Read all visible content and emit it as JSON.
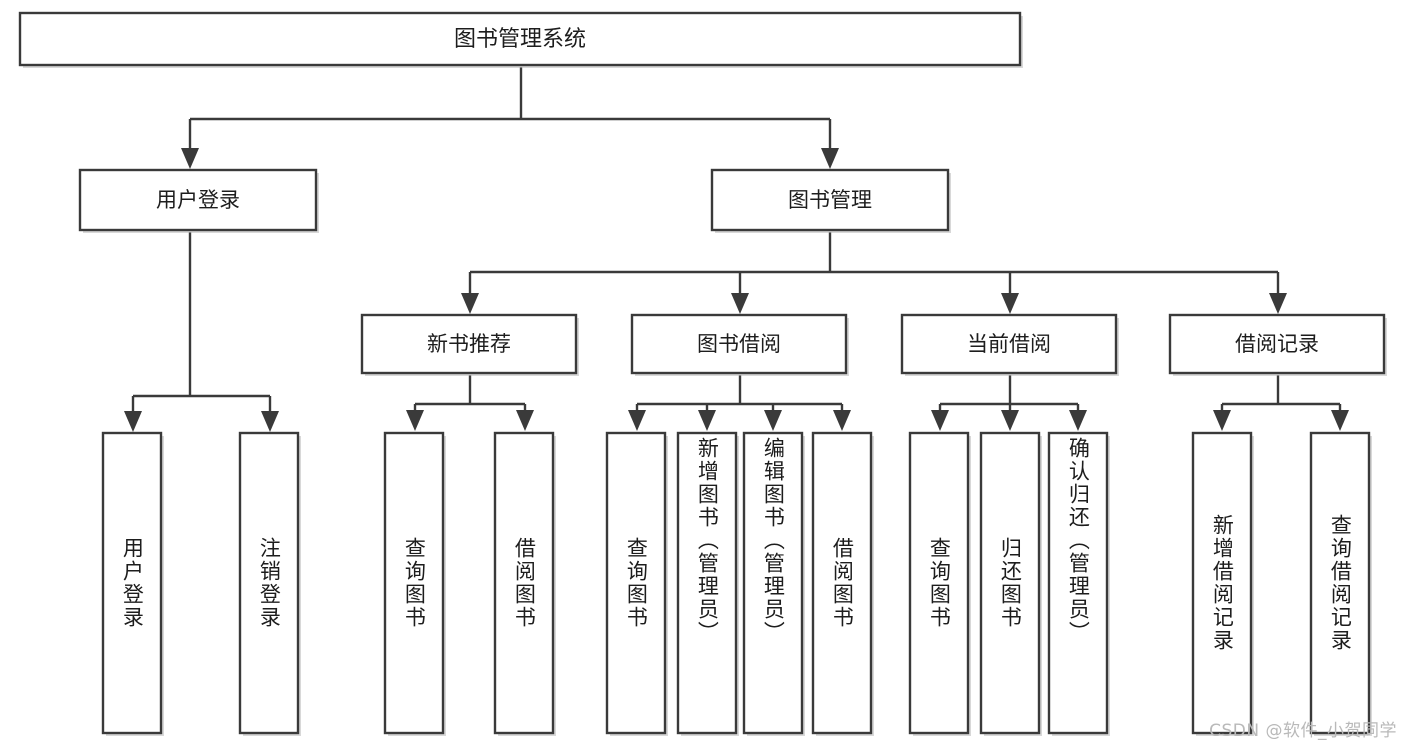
{
  "diagram": {
    "title": "图书管理系统",
    "type": "tree-hierarchy-diagram",
    "watermark": "CSDN @软件_小贺同学",
    "colors": {
      "box_stroke": "#3a3a3a",
      "box_fill": "#ffffff",
      "text": "#1d1d1d",
      "connector": "#3a3a3a",
      "watermark": "#b9b9b9",
      "background": "#ffffff"
    },
    "root": {
      "id": "root",
      "label": "图书管理系统",
      "orientation": "horizontal"
    },
    "level2": [
      {
        "id": "user-login",
        "label": "用户登录",
        "orientation": "horizontal"
      },
      {
        "id": "book-manage",
        "label": "图书管理",
        "orientation": "horizontal"
      }
    ],
    "level3": [
      {
        "id": "new-book-recommend",
        "label": "新书推荐",
        "parent": "book-manage",
        "orientation": "horizontal"
      },
      {
        "id": "book-borrow",
        "label": "图书借阅",
        "parent": "book-manage",
        "orientation": "horizontal"
      },
      {
        "id": "current-borrow",
        "label": "当前借阅",
        "parent": "book-manage",
        "orientation": "horizontal"
      },
      {
        "id": "borrow-record",
        "label": "借阅记录",
        "parent": "book-manage",
        "orientation": "horizontal"
      }
    ],
    "leaves": [
      {
        "id": "leaf-user-login",
        "label": "用户登录",
        "parent": "user-login",
        "orientation": "vertical"
      },
      {
        "id": "leaf-logout",
        "label": "注销登录",
        "parent": "user-login",
        "orientation": "vertical"
      },
      {
        "id": "leaf-query-book-1",
        "label": "查询图书",
        "parent": "new-book-recommend",
        "orientation": "vertical"
      },
      {
        "id": "leaf-borrow-book-1",
        "label": "借阅图书",
        "parent": "new-book-recommend",
        "orientation": "vertical"
      },
      {
        "id": "leaf-query-book-2",
        "label": "查询图书",
        "parent": "book-borrow",
        "orientation": "vertical"
      },
      {
        "id": "leaf-add-book",
        "label": "新增图书（管理员）",
        "parent": "book-borrow",
        "orientation": "vertical"
      },
      {
        "id": "leaf-edit-book",
        "label": "编辑图书（管理员）",
        "parent": "book-borrow",
        "orientation": "vertical"
      },
      {
        "id": "leaf-borrow-book-2",
        "label": "借阅图书",
        "parent": "book-borrow",
        "orientation": "vertical"
      },
      {
        "id": "leaf-query-book-3",
        "label": "查询图书",
        "parent": "current-borrow",
        "orientation": "vertical"
      },
      {
        "id": "leaf-return-book",
        "label": "归还图书",
        "parent": "current-borrow",
        "orientation": "vertical"
      },
      {
        "id": "leaf-confirm-return",
        "label": "确认归还（管理员）",
        "parent": "current-borrow",
        "orientation": "vertical"
      },
      {
        "id": "leaf-add-record",
        "label": "新增借阅记录",
        "parent": "borrow-record",
        "orientation": "vertical"
      },
      {
        "id": "leaf-query-record",
        "label": "查询借阅记录",
        "parent": "borrow-record",
        "orientation": "vertical"
      }
    ]
  }
}
